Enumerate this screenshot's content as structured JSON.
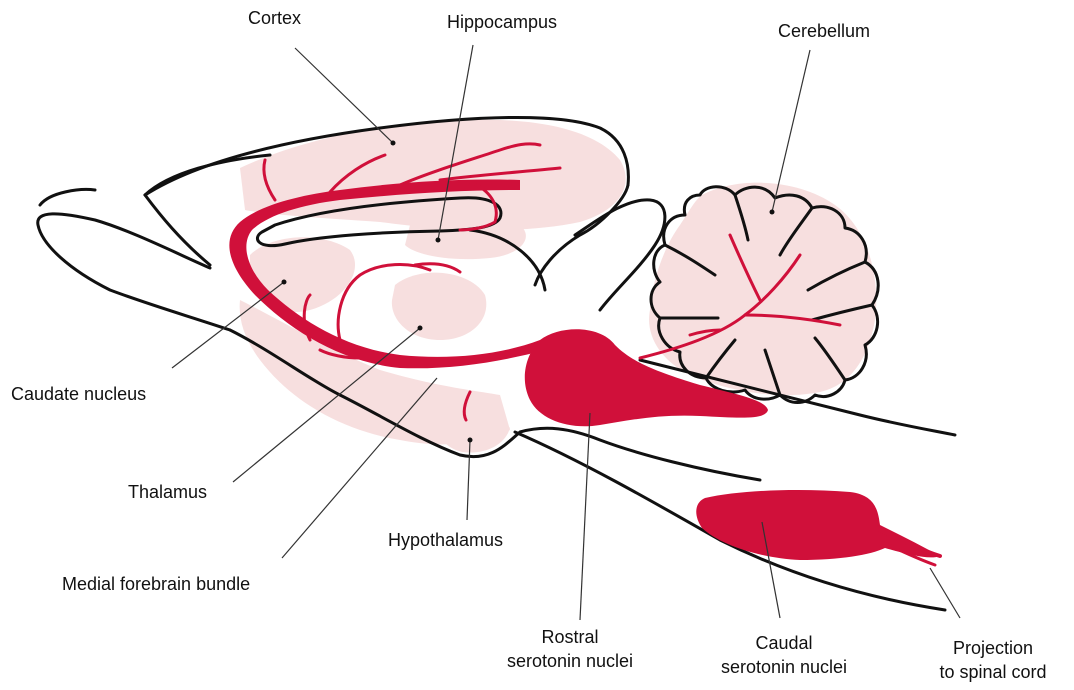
{
  "labels": {
    "cortex": "Cortex",
    "hippocampus": "Hippocampus",
    "cerebellum": "Cerebellum",
    "caudate_nucleus": "Caudate nucleus",
    "thalamus": "Thalamus",
    "medial_forebrain_bundle": "Medial forebrain bundle",
    "hypothalamus": "Hypothalamus",
    "rostral_line1": "Rostral",
    "rostral_line2": "serotonin nuclei",
    "caudal_line1": "Caudal",
    "caudal_line2": "serotonin nuclei",
    "projection_line1": "Projection",
    "projection_line2": "to spinal cord"
  },
  "colors": {
    "serotonin_pathway": "#d0103a",
    "target_region_fill": "#f7dfdf",
    "outline": "#111111",
    "leader_line": "#333333"
  }
}
